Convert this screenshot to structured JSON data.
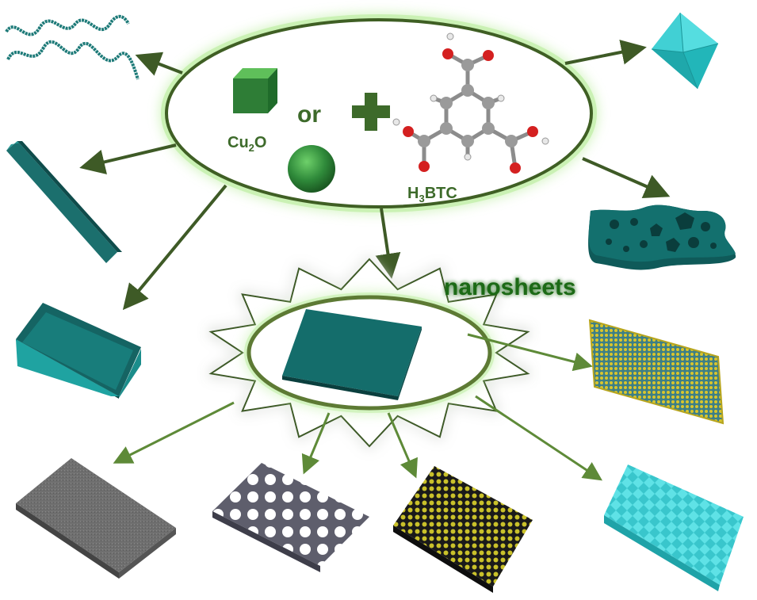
{
  "labels": {
    "cu2o_main": "Cu",
    "cu2o_sub": "2",
    "cu2o_end": "O",
    "or": "or",
    "h3btc_main": "H",
    "h3btc_sub": "3",
    "h3btc_end": "BTC",
    "nanosheets": "nanosheets"
  },
  "colors": {
    "arrow_dark": "#3e5a26",
    "arrow_light": "#5e8a38",
    "ellipse_stroke": "#3f5f24",
    "glow": "#8fe060",
    "teal": "#1b6f6d",
    "teal_light": "#2ec4c9",
    "cube_green": "#2f8a3a",
    "nanosheet_text": "#1f6b14",
    "gold": "#d7c92a",
    "gray_sheet": "#6d6d6d",
    "porous_sheet": "#5b5b6a"
  },
  "icons": [
    "nanowire-icon",
    "nanorod-icon",
    "nanobox-icon",
    "octahedron-icon",
    "porous-sheet-icon",
    "nanosheet-icon",
    "atomic-lattice-icon",
    "gray-sheet-icon",
    "porous-membrane-icon",
    "gold-array-icon",
    "cyan-lattice-icon"
  ]
}
